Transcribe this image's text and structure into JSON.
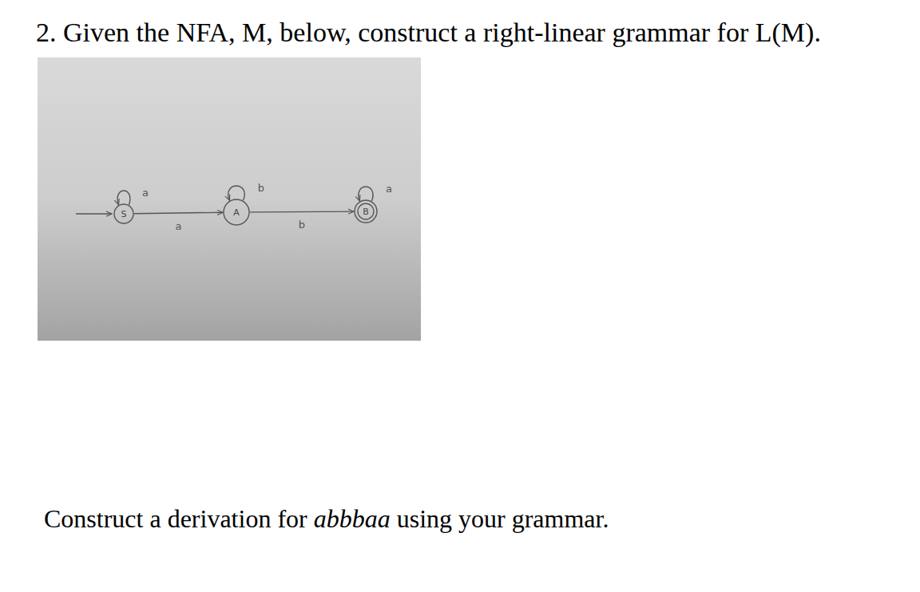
{
  "diagram": {
    "title": "2. Given the NFA, M, below, construct a right-linear grammar for L(M).",
    "nodes": [
      {
        "text": [
          "S"
        ]
      },
      {
        "text": [
          "A"
        ]
      },
      {
        "text": [
          "B"
        ]
      }
    ],
    "edges": [
      {
        "from": 0,
        "to": 0,
        "label": "a",
        "arrow": "to"
      },
      {
        "from": 0,
        "to": 1,
        "label": "a",
        "arrow": "to"
      },
      {
        "from": 1,
        "to": 1,
        "label": "b",
        "arrow": "to"
      },
      {
        "from": 1,
        "to": 2,
        "label": "b",
        "arrow": "to"
      },
      {
        "from": 2,
        "to": 2,
        "label": "a",
        "arrow": "to"
      }
    ],
    "labels": [
      "Construct a derivation for",
      "abbbaa",
      "using your grammar."
    ]
  }
}
